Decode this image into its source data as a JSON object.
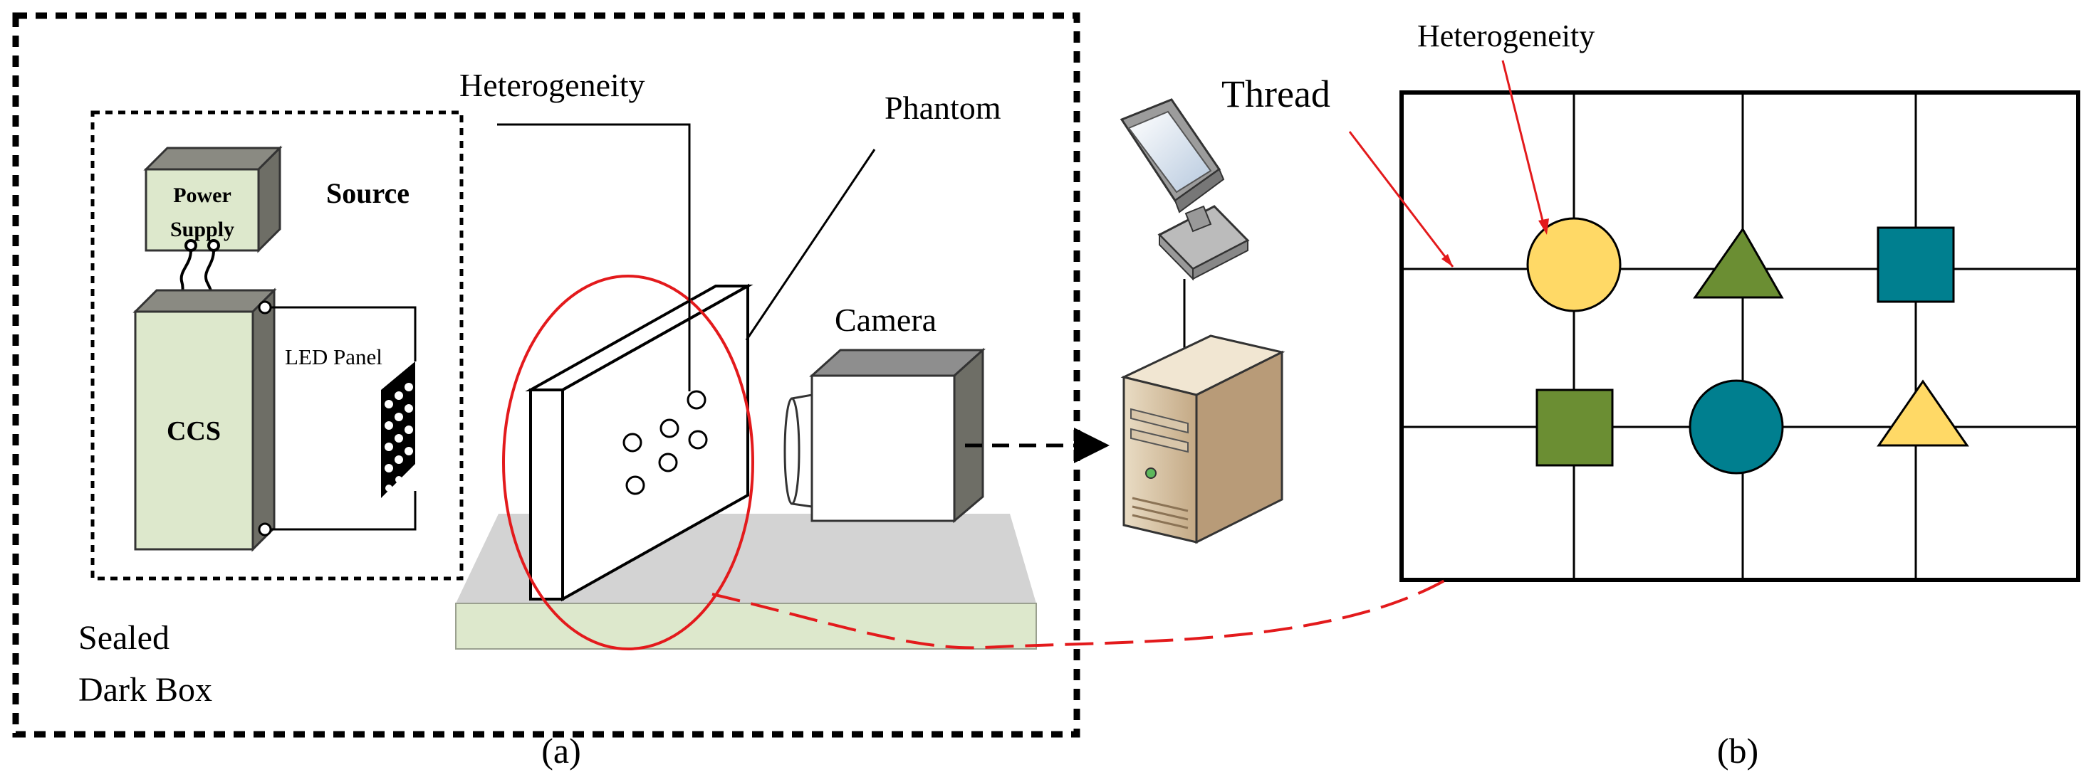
{
  "panel_a": {
    "caption": "(a)",
    "dark_box_label_line1": "Sealed",
    "dark_box_label_line2": "Dark Box",
    "source_label": "Source",
    "power_supply_line1": "Power",
    "power_supply_line2": "Supply",
    "ccs_label": "CCS",
    "led_panel_label": "LED Panel",
    "heterogeneity_label": "Heterogeneity",
    "phantom_label": "Phantom",
    "camera_label": "Camera"
  },
  "panel_b": {
    "caption": "(b)",
    "heterogeneity_label": "Heterogeneity",
    "thread_label": "Thread",
    "shapes": [
      {
        "shape": "circle",
        "color": "#FFD966"
      },
      {
        "shape": "triangle",
        "color": "#6B8E33"
      },
      {
        "shape": "square",
        "color": "#007F8F"
      },
      {
        "shape": "square",
        "color": "#6B8E33"
      },
      {
        "shape": "circle",
        "color": "#007F8F"
      },
      {
        "shape": "triangle",
        "color": "#FFD966"
      }
    ]
  },
  "colors": {
    "accent_red": "#E31A1C",
    "device_fill": "#DDE8CC",
    "device_dark": "#6E6E66",
    "stage_fill": "#D6DDD0"
  }
}
